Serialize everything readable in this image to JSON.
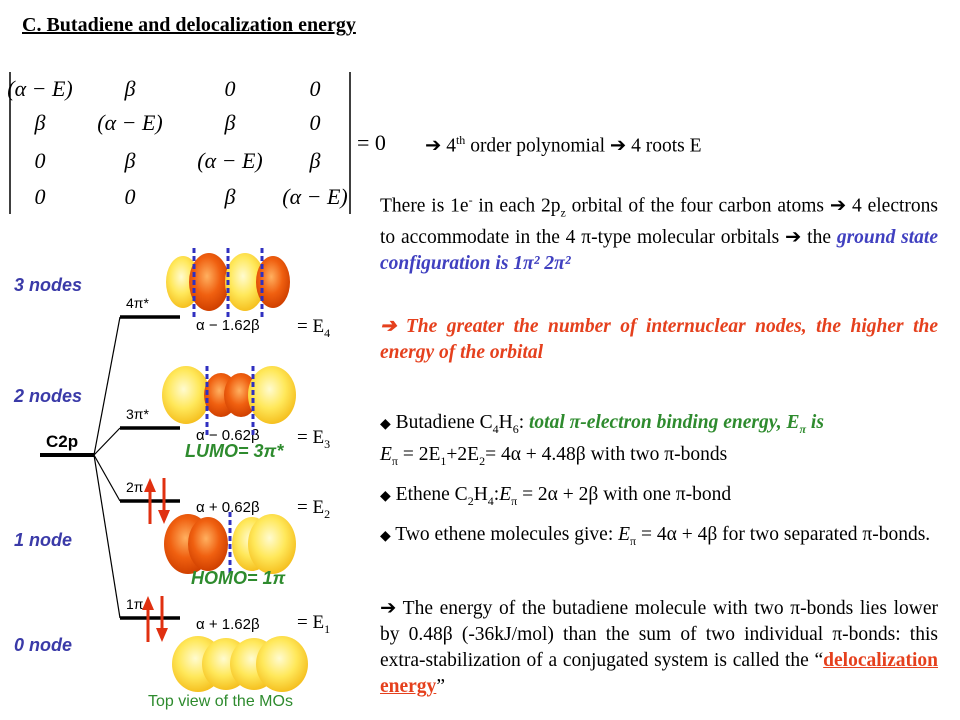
{
  "title": "C. Butadiene and delocalization energy",
  "determinant": {
    "rows": [
      [
        "(α − E)",
        "β",
        "0",
        "0"
      ],
      [
        "β",
        "(α − E)",
        "β",
        "0"
      ],
      [
        "0",
        "β",
        "(α − E)",
        "β"
      ],
      [
        "0",
        "0",
        "β",
        "(α − E)"
      ]
    ],
    "rhs": "= 0"
  },
  "polynomial_line": {
    "part1": " 4",
    "sup": "th",
    "part2": " order polynomial ",
    "part3": " 4 roots E"
  },
  "para1": {
    "t1": "There is 1e",
    "sup1": "-",
    "t2": " in each 2p",
    "sub1": "z",
    "t3": " orbital of the four carbon atoms ",
    "t4": " 4 electrons to accommodate in the 4 π-type molecular orbitals ",
    "t5": " the ",
    "highlight": "ground state configuration is 1π² 2π²"
  },
  "para2": {
    "text": " The greater the number of internuclear nodes, the higher the energy of the orbital"
  },
  "para3": {
    "t1": " Butadiene C",
    "sub1": "4",
    "t2": "H",
    "sub2": "6",
    "t3": ": ",
    "highlight": "total π-electron binding energy, E",
    "sub3": "π",
    "highlight2": " is",
    "t4": "E",
    "sub4": "π",
    "t5": " = 2E",
    "sub5": "1",
    "t6": "+2E",
    "sub6": "2",
    "t7": "= 4α + 4.48β with two π-bonds"
  },
  "para4": {
    "t1": " Ethene C",
    "sub1": "2",
    "t2": "H",
    "sub2": "4",
    "t3": ":",
    "t4": "E",
    "sub3": "π",
    "t5": " = 2α + 2β with one π-bond"
  },
  "para5": {
    "t1": " Two ethene molecules give: ",
    "t2": "E",
    "sub1": "π",
    "t3": " = 4α + 4β for two separated π-bonds."
  },
  "para6": {
    "t1": " The energy of the butadiene molecule with two π-bonds lies lower by 0.48β (-36kJ/mol) than the sum of two individual π-bonds: this extra-stabilization of a conjugated system is called the “",
    "link": "delocalization energy",
    "t2": "”"
  },
  "diagram": {
    "node_labels": [
      "3 nodes",
      "2 nodes",
      "1 node",
      "0 node"
    ],
    "levels": [
      {
        "name": "4π*",
        "energy": "α − 1.62β",
        "eq": "= E",
        "sub": "4"
      },
      {
        "name": "3π*",
        "energy": "α − 0.62β",
        "eq": "= E",
        "sub": "3"
      },
      {
        "name": "2π",
        "energy": "α + 0.62β",
        "eq": "= E",
        "sub": "2"
      },
      {
        "name": "1π",
        "energy": "α + 1.62β",
        "eq": "= E",
        "sub": "1"
      }
    ],
    "c2p": "C2p",
    "lumo": "LUMO= 3π*",
    "homo": "HOMO= 1π",
    "caption": "Top view of the MOs",
    "colors": {
      "arrow": "#e03010",
      "node_line": "#3030c0",
      "lobe_dark": "#f06010",
      "lobe_light": "#ffe040"
    }
  }
}
